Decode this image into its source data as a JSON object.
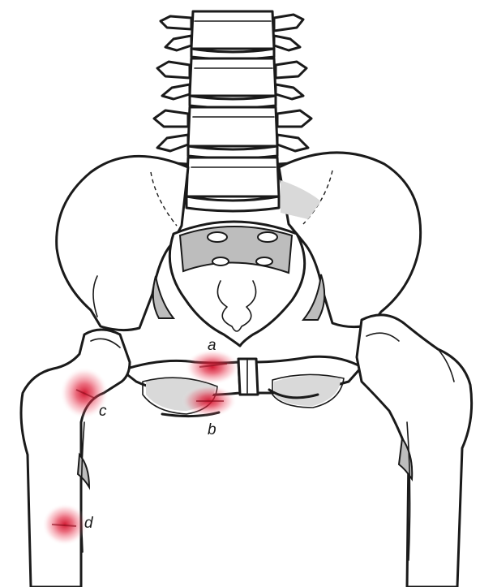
{
  "labels": {
    "a": "a",
    "b": "b",
    "c": "c",
    "d": "d"
  },
  "colors": {
    "ink": "#1a1a1a",
    "pain_highlight": "#e0203a",
    "bone_shading": "#bdbdbd"
  }
}
